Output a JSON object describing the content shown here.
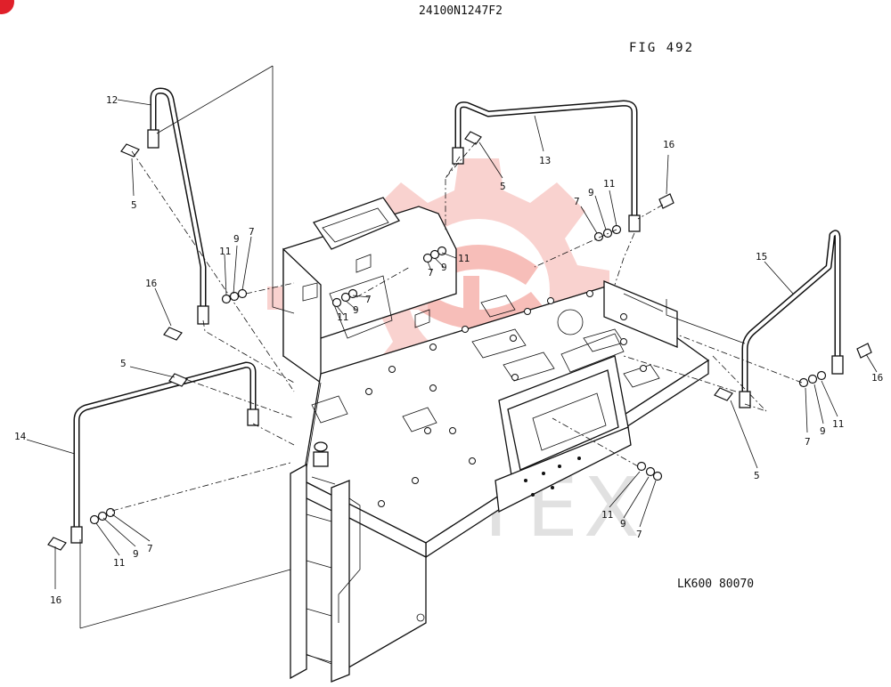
{
  "header": {
    "doc_code": "24100N1247F2",
    "figure": "FIG 492"
  },
  "footer": {
    "drawing_ref": "LK600 80070"
  },
  "watermark": {
    "text": "MHTEX",
    "logo_color": "#e8463a"
  },
  "callouts": [
    {
      "id": "c1",
      "text": "12"
    },
    {
      "id": "c2",
      "text": "5"
    },
    {
      "id": "c3",
      "text": "9"
    },
    {
      "id": "c4",
      "text": "7"
    },
    {
      "id": "c5",
      "text": "11"
    },
    {
      "id": "c6",
      "text": "16"
    },
    {
      "id": "c7",
      "text": "5"
    },
    {
      "id": "c8",
      "text": "14"
    },
    {
      "id": "c9",
      "text": "16"
    },
    {
      "id": "c10",
      "text": "11"
    },
    {
      "id": "c11",
      "text": "9"
    },
    {
      "id": "c12",
      "text": "7"
    },
    {
      "id": "c13",
      "text": "13"
    },
    {
      "id": "c14",
      "text": "5"
    },
    {
      "id": "c15",
      "text": "11"
    },
    {
      "id": "c16",
      "text": "9"
    },
    {
      "id": "c17",
      "text": "7"
    },
    {
      "id": "c18",
      "text": "11"
    },
    {
      "id": "c19",
      "text": "9"
    },
    {
      "id": "c20",
      "text": "7"
    },
    {
      "id": "c21",
      "text": "7"
    },
    {
      "id": "c22",
      "text": "9"
    },
    {
      "id": "c23",
      "text": "11"
    },
    {
      "id": "c24",
      "text": "16"
    },
    {
      "id": "c25",
      "text": "15"
    },
    {
      "id": "c26",
      "text": "16"
    },
    {
      "id": "c27",
      "text": "7"
    },
    {
      "id": "c28",
      "text": "9"
    },
    {
      "id": "c29",
      "text": "11"
    },
    {
      "id": "c30",
      "text": "5"
    },
    {
      "id": "c31",
      "text": "11"
    },
    {
      "id": "c32",
      "text": "9"
    },
    {
      "id": "c33",
      "text": "7"
    }
  ]
}
